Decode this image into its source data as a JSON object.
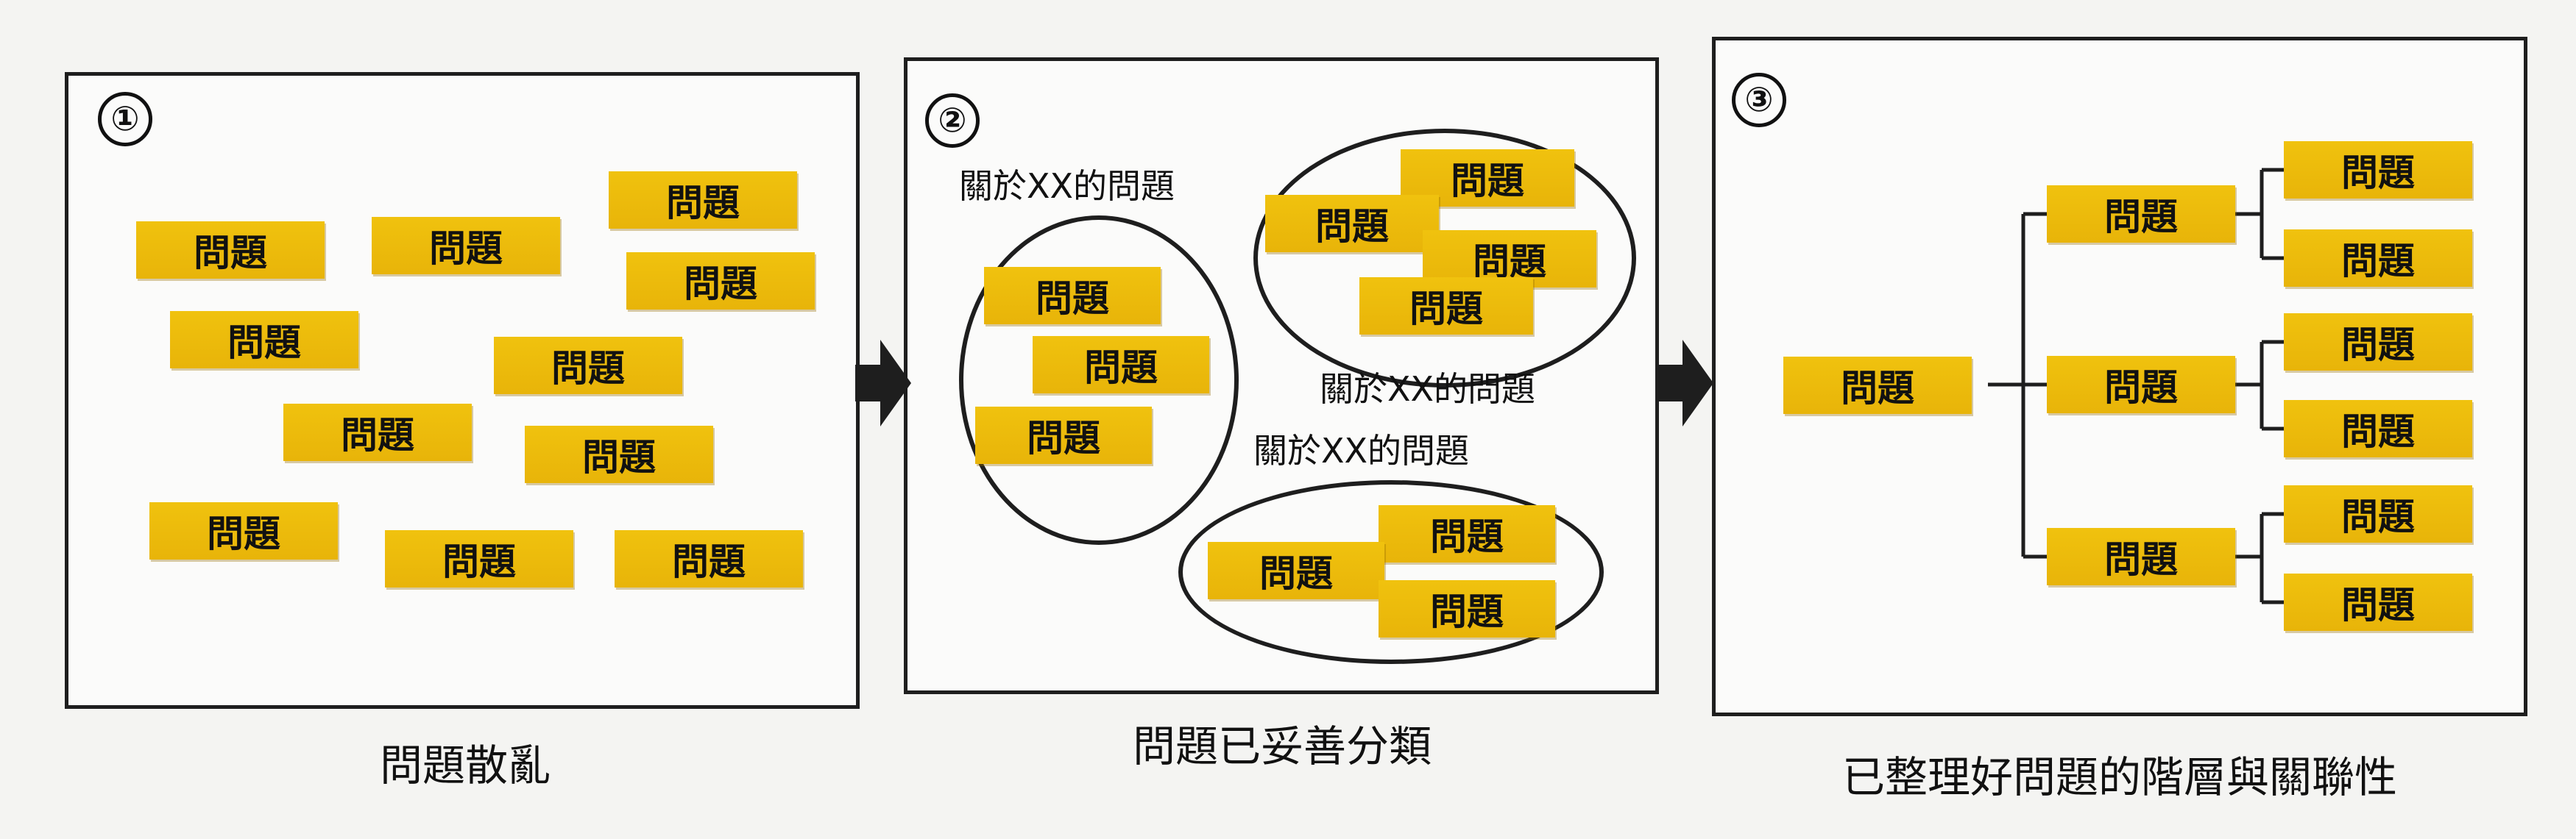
{
  "note_label": "問題",
  "group_label": "關於XX的問題",
  "panels": [
    {
      "number": "①",
      "caption": "問題散亂"
    },
    {
      "number": "②",
      "caption": "問題已妥善分類"
    },
    {
      "number": "③",
      "caption": "已整理好問題的階層與關聯性"
    }
  ],
  "colors": {
    "note": "#f0c20e",
    "line": "#1e1e1e",
    "background": "#f4f4f2"
  }
}
